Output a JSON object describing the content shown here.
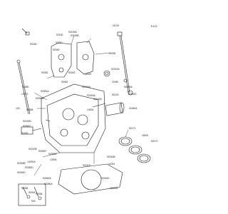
{
  "page_code": "E101",
  "parts": [
    "92153",
    "92153A",
    "11012",
    "92153B",
    "92150",
    "92210",
    "11008",
    "92049",
    "92043",
    "92210A",
    "13271",
    "92081",
    "92062",
    "92080",
    "92081A",
    "92084",
    "92081B",
    "92200",
    "92143",
    "92049A",
    "11009",
    "11060",
    "92200A",
    "92153C",
    "92043A",
    "92143A",
    "11060A",
    "14091",
    "92153D",
    "92081C",
    "120",
    "92171",
    "92210B",
    "92049B",
    "14091A",
    "16001",
    "92049C",
    "92081D",
    "92210C",
    "92043B",
    "92170",
    "11004",
    "92055",
    "92004",
    "92036",
    "920",
    "11004A",
    "92043C",
    "92081E",
    "13006",
    "92062A",
    "92080A",
    "92081F"
  ],
  "colors": {
    "line": "#1a1a1a",
    "text": "#222222",
    "background": "#ffffff"
  }
}
